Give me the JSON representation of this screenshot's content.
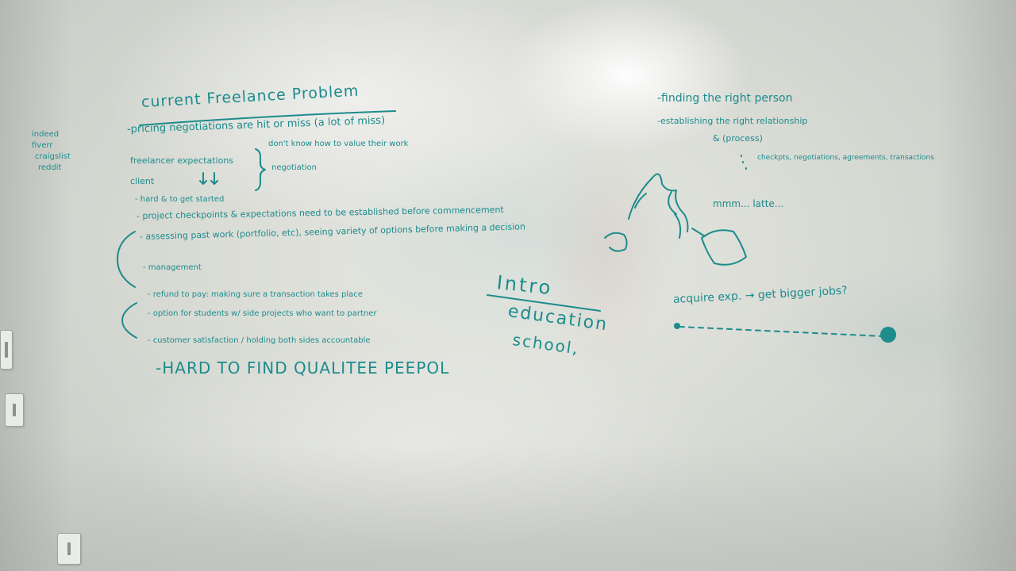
{
  "left_list": {
    "items": [
      "indeed",
      "fiverr",
      "craigslist",
      "reddit"
    ]
  },
  "main": {
    "title": "current Freelance Problem",
    "lines": [
      "-pricing negotiations are hit or miss (a lot of miss)",
      "freelancer expectations",
      "client",
      "- hard & to get started",
      "- project checkpoints & expectations need to be established before commencement",
      "- assessing past work (portfolio, etc), seeing variety of options before making a decision",
      "- management",
      "- refund to pay: making sure a transaction takes place",
      "- option for students w/ side projects who want to partner",
      "- customer satisfaction / holding both sides accountable",
      "-HARD TO FIND QUALITEE PEEPOL"
    ],
    "brace_notes": [
      "don't know how to value their work",
      "negotiation"
    ]
  },
  "middle": {
    "lines": [
      "Intro",
      "education",
      "school,"
    ]
  },
  "right": {
    "lines": [
      "-finding the right person",
      "-establishing the right relationship",
      "& (process)",
      "checkpts, negotiations, agreements, transactions",
      "mmm... latte...",
      "acquire exp. → get bigger jobs?"
    ]
  },
  "colors": {
    "marker": "#1c8c8c",
    "board": "#e4e6e0"
  }
}
